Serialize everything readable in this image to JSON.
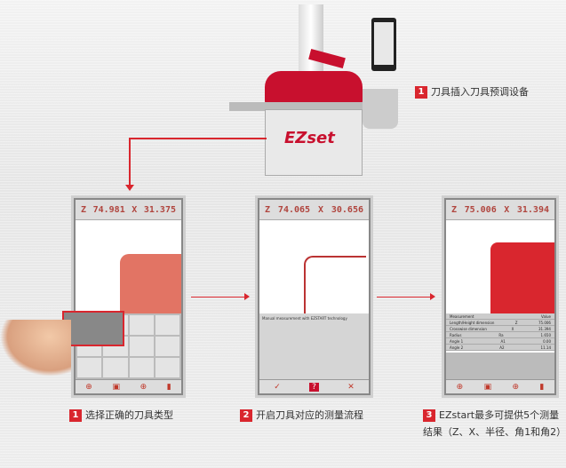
{
  "steps": [
    {
      "number": "1",
      "text": "刀具插入刀具预调设备"
    },
    {
      "number": "1",
      "text": "选择正确的刀具类型"
    },
    {
      "number": "2",
      "text": "开启刀具对应的测量流程"
    },
    {
      "number": "3",
      "text": "EZstart最多可提供5个测量结果（Z、X、半径、角1和角2）"
    }
  ],
  "machine": {
    "logo": "EZset"
  },
  "screen1": {
    "z_label": "Z",
    "z": "74.981",
    "x_label": "X",
    "x": "31.375"
  },
  "screen2": {
    "z_label": "Z",
    "z": "74.065",
    "x_label": "X",
    "x": "30.656",
    "message": "Manual measurement with EZSTART technology",
    "ok": "✓",
    "help": "?",
    "close": "✕"
  },
  "screen3": {
    "z_label": "Z",
    "z": "75.006",
    "x_label": "X",
    "x": "31.394",
    "table_header": [
      "Measurement",
      "",
      "Value"
    ],
    "rows": [
      [
        "Length/Height dimension",
        "Z",
        "75.006"
      ],
      [
        "Crosswise dimension",
        "X",
        "31.394"
      ],
      [
        "Radius",
        "Ra",
        "1.650"
      ],
      [
        "Angle 1",
        "A1",
        "0.00"
      ],
      [
        "Angle 2",
        "A2",
        "11.14"
      ]
    ]
  },
  "colors": {
    "accent": "#d9262e"
  }
}
